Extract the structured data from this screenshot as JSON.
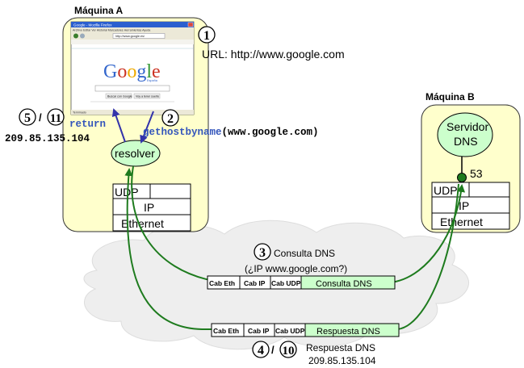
{
  "colors": {
    "machine_fill": "#ffffcc",
    "ellipse_fill": "#ccffcc",
    "arrow_blue": "#3333aa",
    "arrow_green": "#1e7b1e",
    "label_blue": "#3355bb",
    "message_fill": "#ccffcc",
    "cloud_fill": "#eeeeee"
  },
  "machine_a": {
    "title": "Máquina A",
    "resolver": "resolver",
    "stack": {
      "udp": "UDP",
      "ip": "IP",
      "ethernet": "Ethernet"
    },
    "browser": {
      "window_title": "Google - Mozilla Firefox",
      "menu": "Archivo  Editar  Ver  Historial  Marcadores  Herramientas  Ayuda",
      "address": "http://www.google.es/",
      "logo_letters": [
        {
          "ch": "G",
          "color": "#3366cc"
        },
        {
          "ch": "o",
          "color": "#cc3322"
        },
        {
          "ch": "o",
          "color": "#eeaa00"
        },
        {
          "ch": "g",
          "color": "#3366cc"
        },
        {
          "ch": "l",
          "color": "#339933"
        },
        {
          "ch": "e",
          "color": "#cc3322"
        }
      ],
      "logo_sub": "España",
      "btn_search": "Buscar con Google",
      "btn_lucky": "Voy a tener suerte",
      "status": "Terminado"
    }
  },
  "machine_b": {
    "title": "Máquina B",
    "server_line1": "Servidor",
    "server_line2": "DNS",
    "port": "53",
    "stack": {
      "udp": "UDP",
      "ip": "IP",
      "ethernet": "Ethernet"
    }
  },
  "steps": {
    "s1": "1",
    "s2": "2",
    "s3": "3",
    "s4": "4",
    "s5": "5",
    "s10": "10",
    "s11": "11",
    "slash_a": "/",
    "slash_b": "/"
  },
  "labels": {
    "url": "URL: http://www.google.com",
    "return_kw": "return",
    "return_ip": "209.85.135.104",
    "call": "gethostbyname",
    "call_arg": "(www.google.com)",
    "query_title": "Consulta DNS",
    "query_sub": "(¿IP www.google.com?)",
    "response_title": "Respuesta DNS",
    "response_ip": "209.85.135.104"
  },
  "packets": {
    "query": {
      "eth": "Cab Eth",
      "ip": "Cab IP",
      "udp": "Cab UDP",
      "payload": "Consulta DNS"
    },
    "response": {
      "eth": "Cab Eth",
      "ip": "Cab IP",
      "udp": "Cab UDP",
      "payload": "Respuesta DNS"
    }
  }
}
